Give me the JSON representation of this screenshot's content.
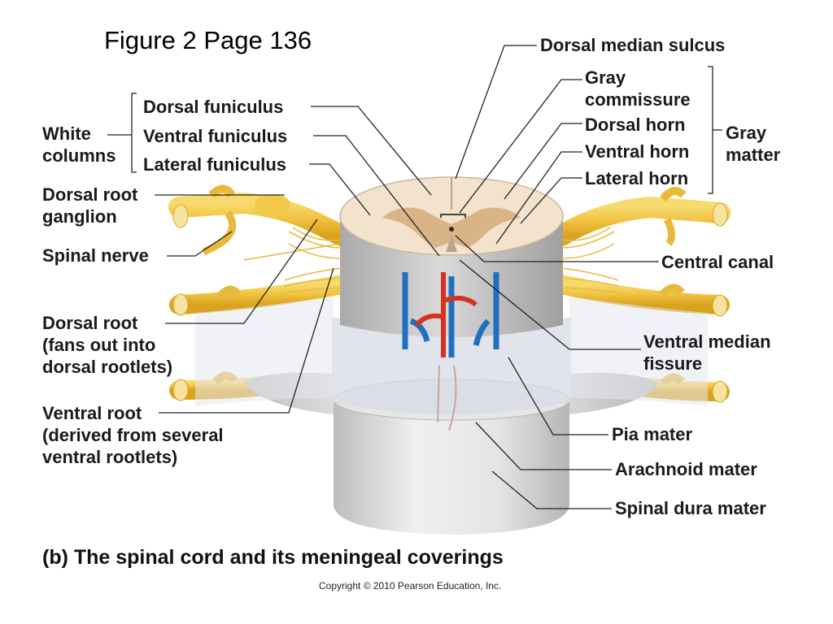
{
  "heading": "Figure 2 Page 136",
  "caption": "(b)  The spinal cord and its meningeal coverings",
  "copyright": "Copyright © 2010 Pearson Education, Inc.",
  "labels_left": {
    "white_columns": [
      "White",
      "columns"
    ],
    "dorsal_funiculus": "Dorsal funiculus",
    "ventral_funiculus": "Ventral funiculus",
    "lateral_funiculus": "Lateral funiculus",
    "dorsal_root_ganglion": [
      "Dorsal root",
      "ganglion"
    ],
    "spinal_nerve": "Spinal nerve",
    "dorsal_root": [
      "Dorsal root",
      "(fans out into",
      "dorsal rootlets)"
    ],
    "ventral_root": [
      "Ventral root",
      "(derived from several",
      "ventral rootlets)"
    ]
  },
  "labels_right": {
    "dorsal_median_sulcus": "Dorsal median sulcus",
    "gray_commissure": [
      "Gray",
      "commissure"
    ],
    "dorsal_horn": "Dorsal horn",
    "ventral_horn": "Ventral horn",
    "lateral_horn": "Lateral horn",
    "gray_matter": [
      "Gray",
      "matter"
    ],
    "central_canal": "Central canal",
    "ventral_median_fissure": [
      "Ventral median",
      "fissure"
    ],
    "pia_mater": "Pia mater",
    "arachnoid_mater": "Arachnoid mater",
    "spinal_dura_mater": "Spinal dura mater"
  },
  "colors": {
    "nerve": "#f2c84b",
    "white_matter": "#f3e2cc",
    "gray_matter": "#d9b486",
    "cord_side": "#c9c9c9",
    "dura": "#dcdcdc",
    "artery": "#d8321e",
    "vein": "#1f6fc0"
  }
}
